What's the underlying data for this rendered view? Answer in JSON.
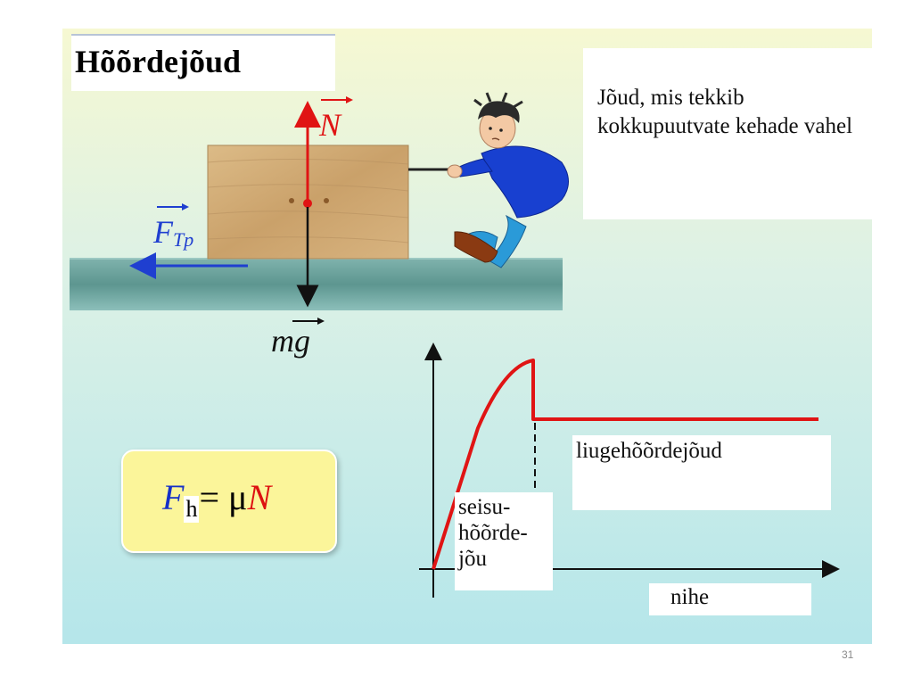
{
  "slide": {
    "title": "Hõõrdejõud",
    "definition": "Jõud, mis tekkib kokkupuutvate kehade vahel",
    "page_number": "31"
  },
  "diagram": {
    "normal_force_label": "N",
    "gravity_label": "mg",
    "friction_label_main": "F",
    "friction_label_sub": "Tp",
    "colors": {
      "normal_force": "#e01414",
      "friction_force": "#1f3fd0",
      "gravity": "#111111",
      "box": "#d4b07c",
      "ground": "#6fa6a0"
    }
  },
  "formula": {
    "symbol": "F",
    "subscript": "h",
    "equals_mu": "= μ",
    "normal": "N"
  },
  "graph": {
    "kinetic_label": "liugehõõrdejõud",
    "static_label": "seisu-\nhõõrde-\njõu",
    "x_axis_label": "nihe"
  }
}
